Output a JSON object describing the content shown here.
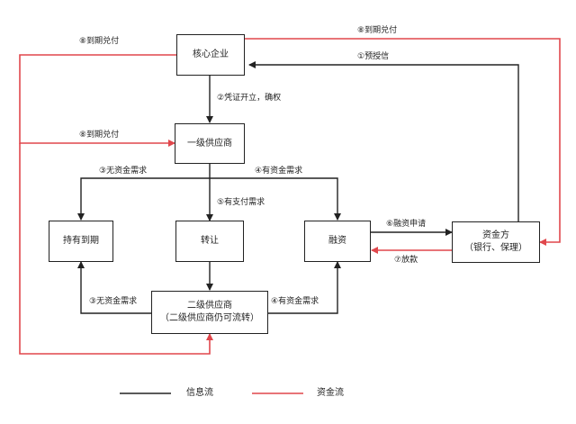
{
  "nodes": {
    "core": "核心企业",
    "tier1": "一级供应商",
    "hold": "持有到期",
    "transfer": "转让",
    "finance": "融资",
    "tier2_line1": "二级供应商",
    "tier2_line2": "（二级供应商仍可流转）",
    "funder_line1": "资金方",
    "funder_line2": "（银行、保理）"
  },
  "edges": {
    "pre_credit": "①预授信",
    "issue_confirm": "②凭证开立，确权",
    "no_need_top": "③无资金需求",
    "need_top": "④有资金需求",
    "pay_need": "⑤有支付需求",
    "apply": "⑥融资申请",
    "loan": "⑦放款",
    "no_need_bottom": "③无资金需求",
    "need_bottom": "④有资金需求",
    "pay_top_left": "⑧到期兑付",
    "pay_mid_left": "⑧到期兑付",
    "pay_top_right": "⑧到期兑付"
  },
  "legend": {
    "info_flow": "信息流",
    "fund_flow": "资金流",
    "info_color": "#222222",
    "fund_color": "#e0474c"
  }
}
